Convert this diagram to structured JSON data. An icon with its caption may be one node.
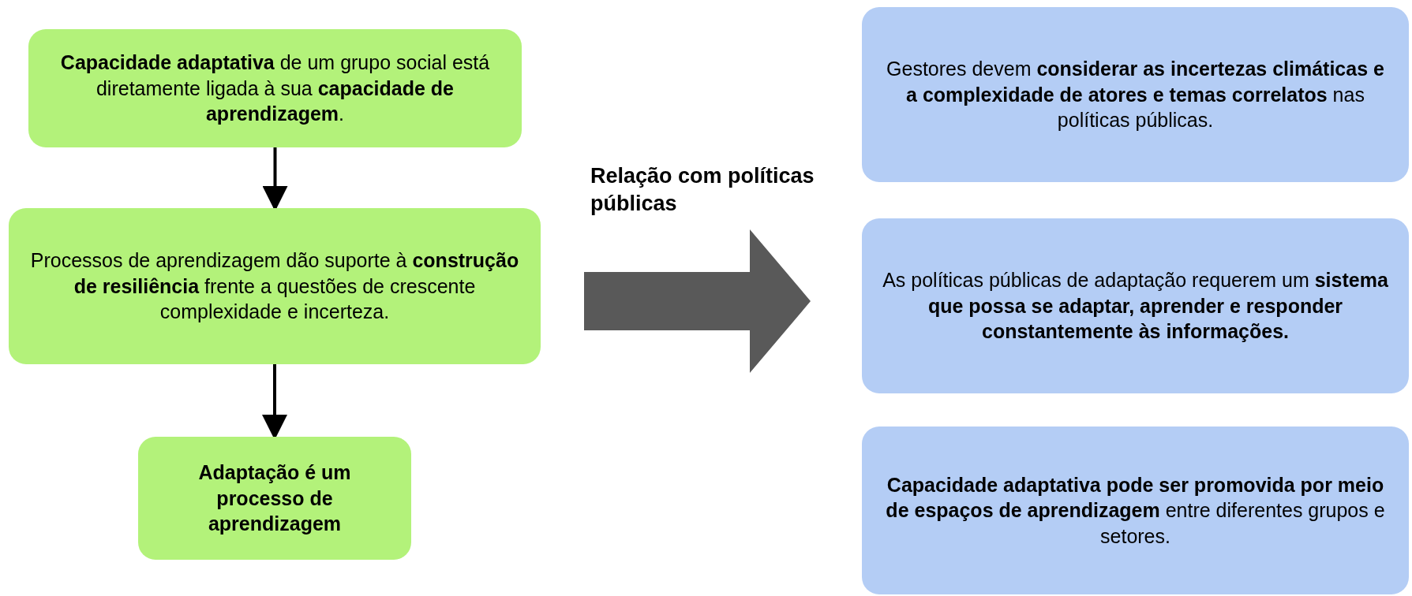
{
  "diagram": {
    "nodes": [
      {
        "text": [
          "**Capacidade adaptativa** de um grupo social está diretamente ligada à sua **capacidade de aprendizagem**."
        ]
      },
      {
        "text": [
          "Processos de aprendizagem dão suporte à **construção de resiliência** frente a questões de crescente complexidade e incerteza."
        ]
      },
      {
        "text": [
          "Adaptação é um processo de aprendizagem"
        ]
      },
      {
        "text": [
          "Gestores devem **considerar as incertezas climáticas e a complexidade de atores e temas correlatos** nas políticas públicas."
        ]
      },
      {
        "text": [
          "As políticas públicas de adaptação requerem um **sistema que possa se adaptar, aprender e responder constantemente às informações.**"
        ]
      },
      {
        "text": [
          "**Capacidade adaptativa pode ser promovida por meio de espaços de aprendizagem** entre diferentes grupos e setores."
        ]
      }
    ],
    "edges": [
      {
        "from": 0,
        "to": 1,
        "arrow": "to"
      },
      {
        "from": 1,
        "to": 2,
        "arrow": "to"
      },
      {
        "from": 1,
        "to": 4,
        "arrow": "to",
        "label": "Relação com políticas públicas"
      }
    ]
  }
}
